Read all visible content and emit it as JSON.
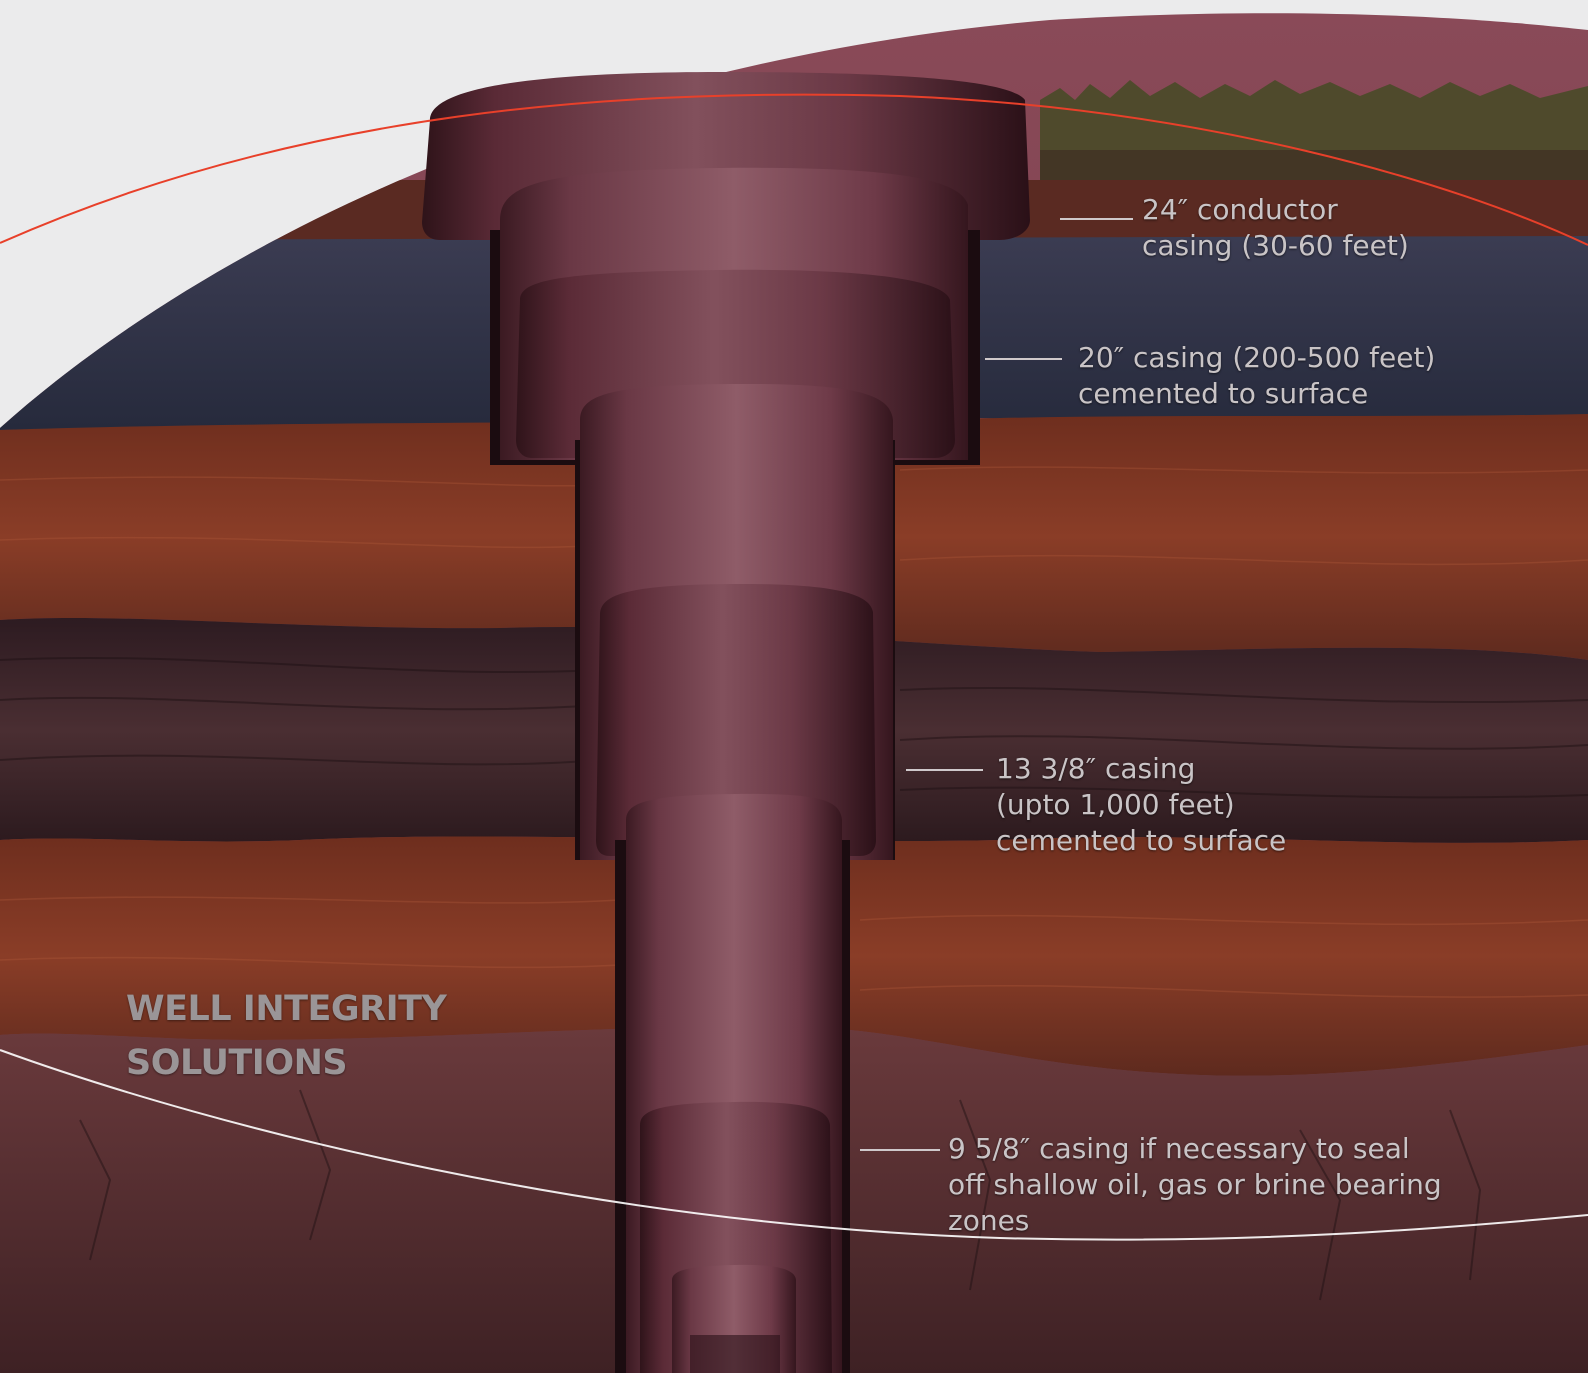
{
  "brand": {
    "line1": "WELL INTEGRITY",
    "line2": "SOLUTIONS"
  },
  "callouts": [
    {
      "id": "conductor",
      "lines": [
        "24″ conductor",
        "casing (30-60 feet)"
      ]
    },
    {
      "id": "casing20",
      "lines": [
        "20″ casing (200-500 feet)",
        "cemented to surface"
      ]
    },
    {
      "id": "casing13",
      "lines": [
        "13 3/8″ casing",
        "(upto 1,000 feet)",
        "cemented to surface"
      ]
    },
    {
      "id": "casing9",
      "lines": [
        "9 5/8″ casing if necessary to seal",
        "off shallow oil, gas or brine bearing",
        "zones"
      ]
    }
  ],
  "colors": {
    "background": "#ebebec",
    "casing": "#6e3a48",
    "rock_red": "#7a3522",
    "rock_dark": "#3c2428",
    "water": "#2e3246",
    "grass": "#5c5a32",
    "accent_arc": "#e8402a",
    "white_arc": "#ffffff"
  }
}
